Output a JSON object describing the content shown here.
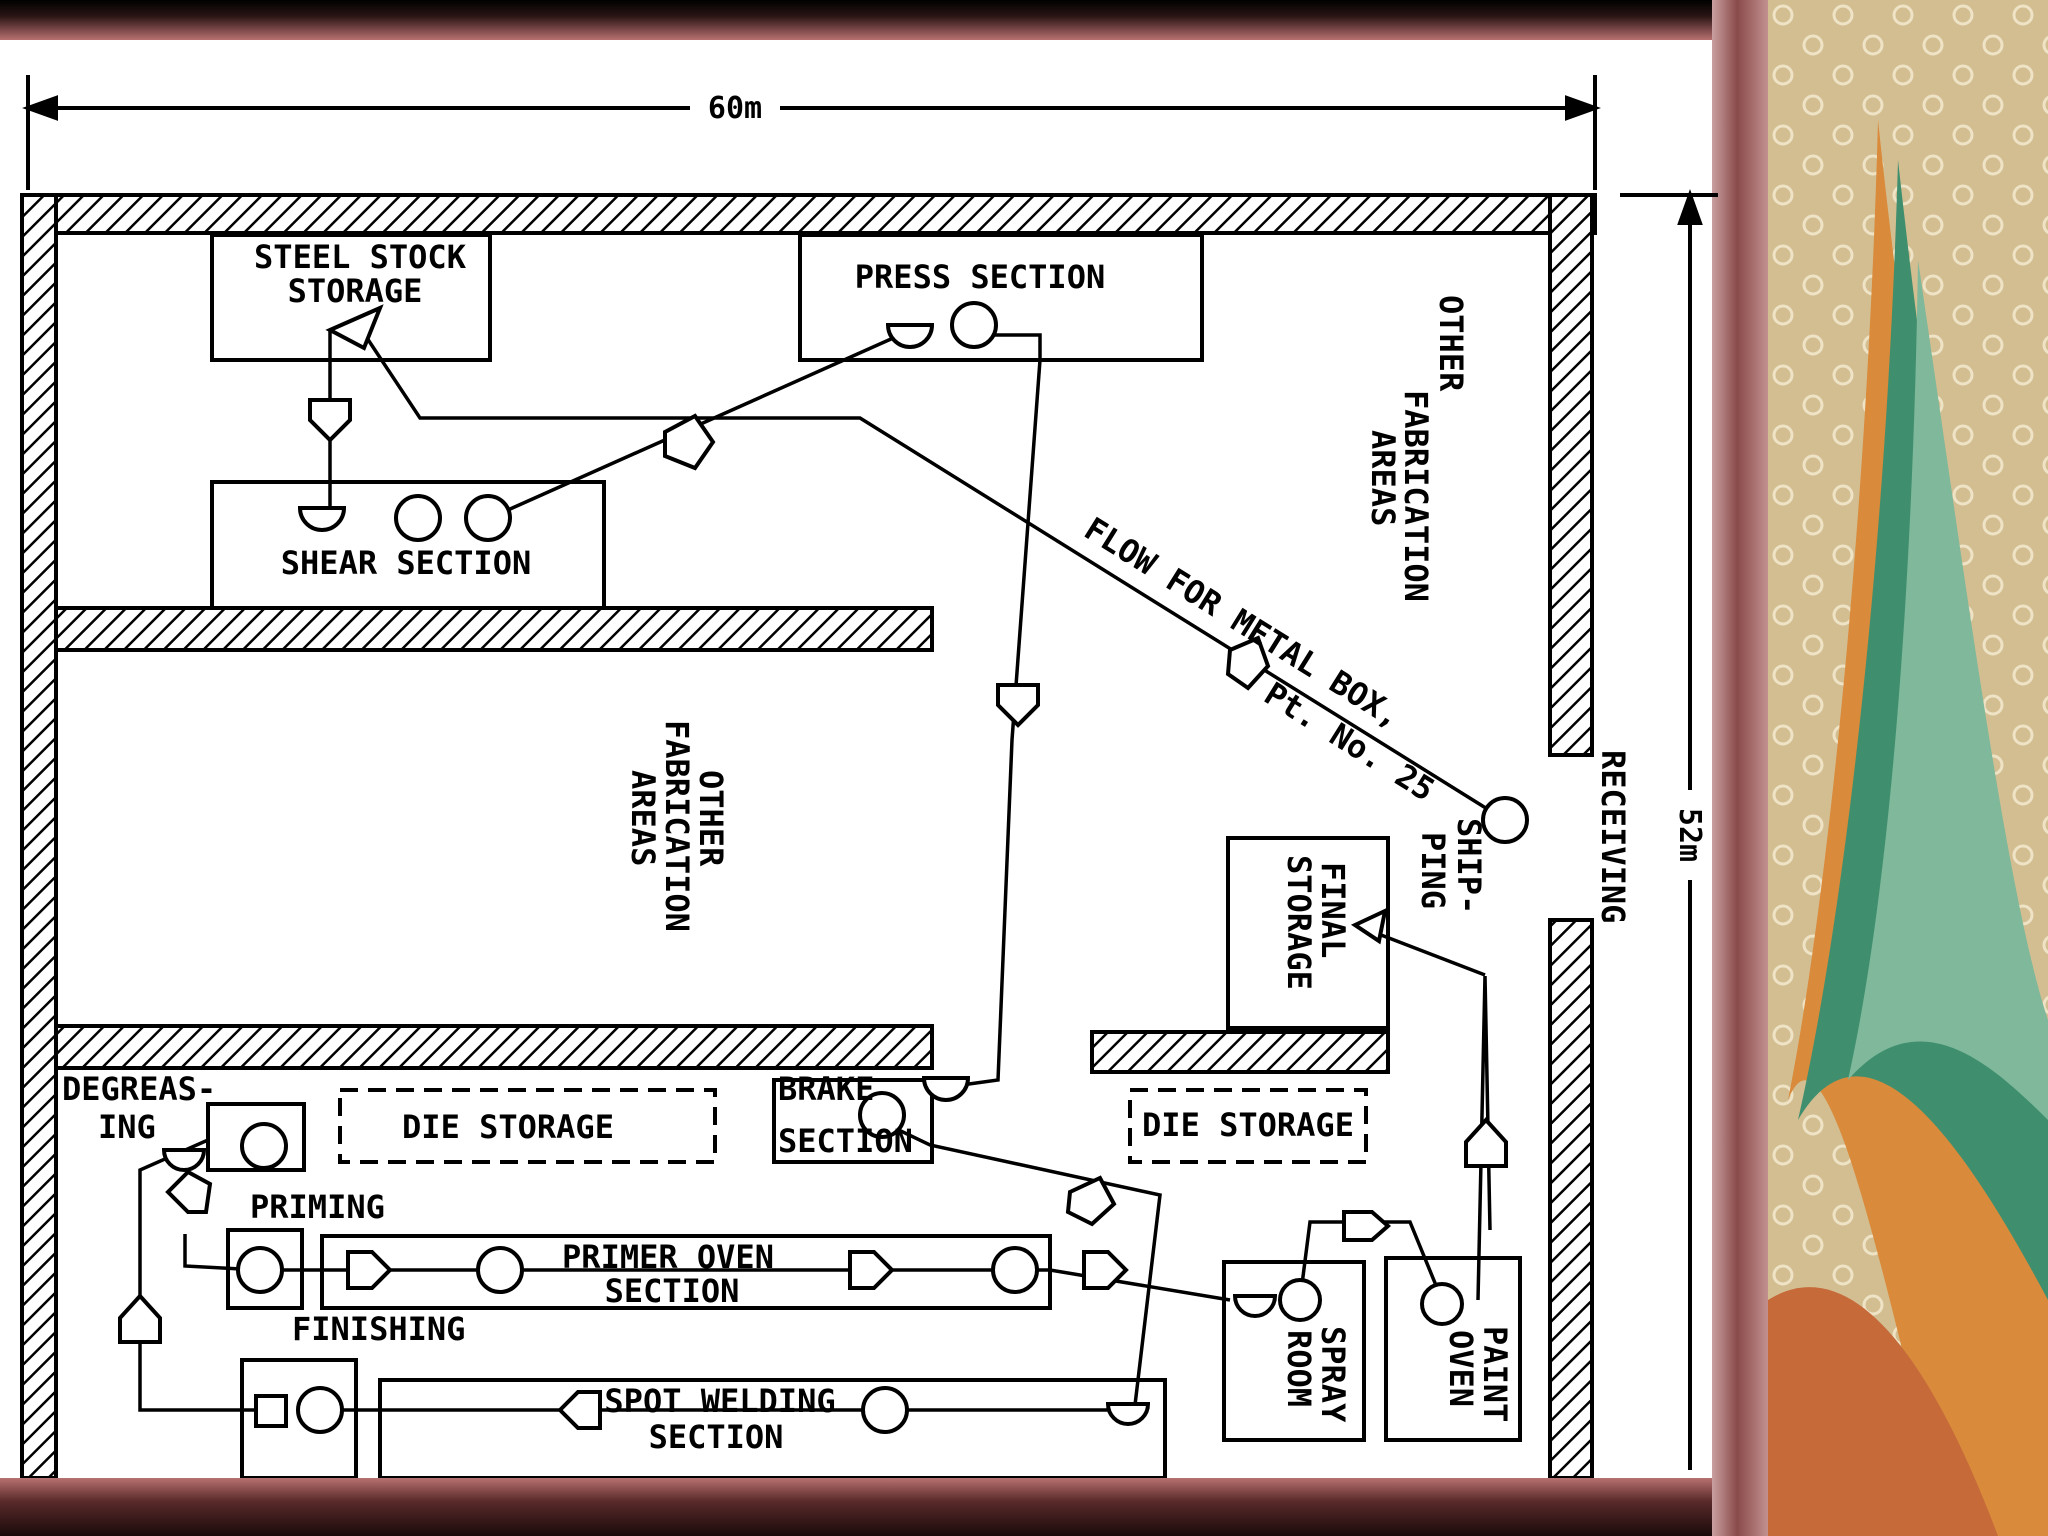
{
  "dimensions": {
    "width": "60m",
    "height": "52m"
  },
  "areas": {
    "steel_stock_storage": [
      "STEEL STOCK",
      "STORAGE"
    ],
    "press_section": "PRESS SECTION",
    "shear_section": "SHEAR SECTION",
    "other_fabrication_right": [
      "OTHER",
      "FABRICATION",
      "AREAS"
    ],
    "other_fabrication_center": [
      "OTHER",
      "FABRICATION",
      "AREAS"
    ],
    "flow_label": "FLOW FOR METAL BOX,",
    "part_number": "Pt. No. 25",
    "receiving": "RECEIVING",
    "shipping": [
      "SHIP-",
      "PING"
    ],
    "final_storage": [
      "FINAL",
      "STORAGE"
    ],
    "brake_section": [
      "BRAKE",
      "SECTION"
    ],
    "degreasing": [
      "DEGREAS-",
      "ING"
    ],
    "die_storage_left": "DIE  STORAGE",
    "die_storage_right": "DIE STORAGE",
    "priming": "PRIMING",
    "primer_oven_section": [
      "PRIMER OVEN",
      "SECTION"
    ],
    "finishing": "FINISHING",
    "spot_welding_section": [
      "SPOT WELDING",
      "SECTION"
    ],
    "spray_room": [
      "SPRAY",
      "ROOM"
    ],
    "paint_oven": [
      "PAINT",
      "OVEN"
    ]
  },
  "colors": {
    "line": "#000000",
    "paper": "#ffffff",
    "frame": "#8a4a4a",
    "panel": "#d8c49a"
  }
}
